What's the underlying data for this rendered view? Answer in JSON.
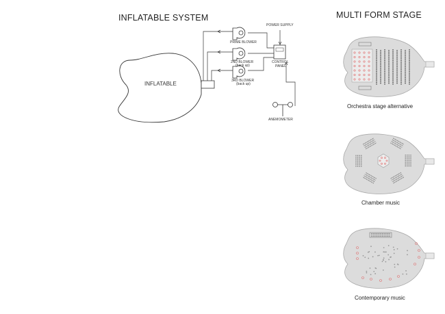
{
  "left": {
    "title": "INFLATABLE SYSTEM",
    "inflatable_label": "INFLATABLE",
    "prime_blower": "PRIME BLOWER",
    "second_blower": "2ND BLOWER",
    "second_blower_note": "(back up)",
    "third_blower": "3RD BLOWER",
    "third_blower_note": "(back up)",
    "power_supply": "POWER SUPPLY",
    "control_panel_line1": "CONTROL",
    "control_panel_line2": "PANEL",
    "anemometer": "ANEMOMETER"
  },
  "right": {
    "title": "MULTI FORM STAGE",
    "captions": [
      "Orchestra stage alternative",
      "Chamber music",
      "Contemporary music"
    ]
  },
  "colors": {
    "line": "#333333",
    "hall_fill": "#dcdcdc",
    "hall_stroke": "#a8a8a8",
    "seat": "#777777",
    "performer": "#e07070"
  }
}
